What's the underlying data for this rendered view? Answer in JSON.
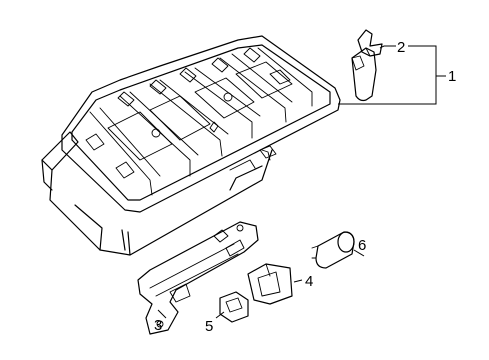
{
  "callouts": [
    {
      "id": "1",
      "text": "1",
      "part": "fuse-relay-box-assembly"
    },
    {
      "id": "2",
      "text": "2",
      "part": "fuse-box-cover-latch"
    },
    {
      "id": "3",
      "text": "3",
      "part": "mounting-bracket"
    },
    {
      "id": "4",
      "text": "4",
      "part": "relay-cover"
    },
    {
      "id": "5",
      "text": "5",
      "part": "gasket"
    },
    {
      "id": "6",
      "text": "6",
      "part": "relay"
    }
  ],
  "colors": {
    "line": "#000000",
    "background": "#ffffff"
  }
}
